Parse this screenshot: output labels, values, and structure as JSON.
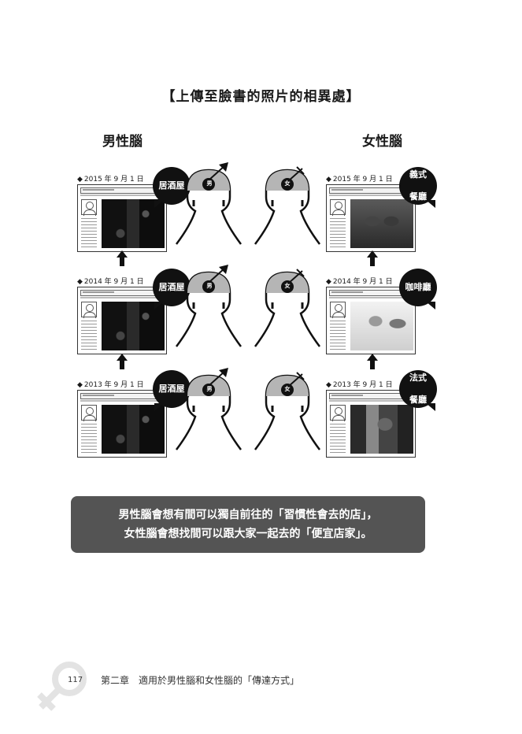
{
  "title": "【上傳至臉書的照片的相異處】",
  "columns": {
    "male": "男性腦",
    "female": "女性腦"
  },
  "head_labels": {
    "male": "男",
    "female": "女"
  },
  "male_rows": [
    {
      "date": "2015 年 9 月 1 日",
      "bubble": "居酒屋"
    },
    {
      "date": "2014 年 9 月 1 日",
      "bubble": "居酒屋"
    },
    {
      "date": "2013 年 9 月 1 日",
      "bubble": "居酒屋"
    }
  ],
  "female_rows": [
    {
      "date": "2015 年 9 月 1 日",
      "bubble_line1": "義式",
      "bubble_line2": "餐廳"
    },
    {
      "date": "2014 年 9 月 1 日",
      "bubble_line1": "咖啡廳",
      "bubble_line2": ""
    },
    {
      "date": "2013 年 9 月 1 日",
      "bubble_line1": "法式",
      "bubble_line2": "餐廳"
    }
  ],
  "summary": {
    "line1": "男性腦會想有間可以獨自前往的「習慣性會去的店」，",
    "line2": "女性腦會想找間可以跟大家一起去的「便宜店家」。"
  },
  "footer": {
    "page_number": "117",
    "chapter": "第二章　適用於男性腦和女性腦的「傳達方式」"
  },
  "colors": {
    "bubble": "#111111",
    "summary_bg": "#545454",
    "head_gray": "#b5b5b5"
  }
}
